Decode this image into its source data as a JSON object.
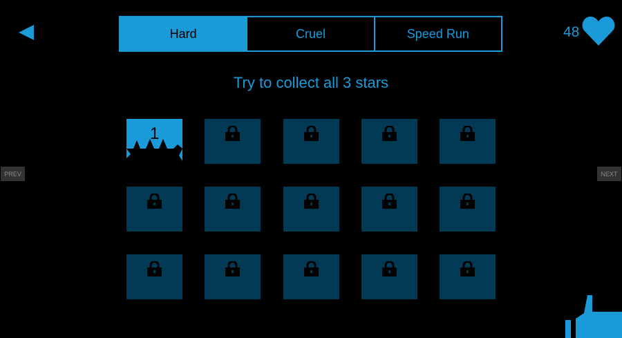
{
  "tabs": [
    {
      "label": "Hard",
      "active": true
    },
    {
      "label": "Cruel",
      "active": false
    },
    {
      "label": "Speed Run",
      "active": false
    }
  ],
  "lives": "48",
  "subtitle": "Try to collect all 3 stars",
  "levels": [
    {
      "label": "1",
      "locked": false
    },
    {
      "locked": true
    },
    {
      "locked": true
    },
    {
      "locked": true
    },
    {
      "locked": true
    },
    {
      "locked": true
    },
    {
      "locked": true
    },
    {
      "locked": true
    },
    {
      "locked": true
    },
    {
      "locked": true
    },
    {
      "locked": true
    },
    {
      "locked": true
    },
    {
      "locked": true
    },
    {
      "locked": true
    },
    {
      "locked": true
    }
  ],
  "nav": {
    "prev": "PREV",
    "next": "NEXT"
  },
  "colors": {
    "accent": "#1a9ad9",
    "tile_locked": "#023a55"
  }
}
